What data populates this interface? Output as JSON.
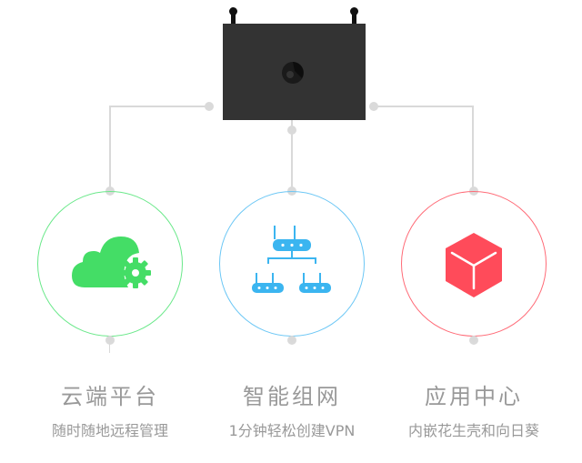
{
  "device": {
    "name": "router",
    "logo_icon": "peanut-shell-logo-icon"
  },
  "colors": {
    "connector": "#d9d9d9",
    "router_body": "#333333",
    "text": "#999999"
  },
  "features": [
    {
      "id": "cloud",
      "icon": "cloud-gear-icon",
      "accent": "#44dd66",
      "title": "云端平台",
      "subtitle": "随时随地远程管理"
    },
    {
      "id": "network",
      "icon": "network-topology-icon",
      "accent": "#3bb5f0",
      "title": "智能组网",
      "subtitle": "1分钟轻松创建VPN"
    },
    {
      "id": "apps",
      "icon": "cube-icon",
      "accent": "#ff4b5a",
      "title": "应用中心",
      "subtitle": "内嵌花生壳和向日葵"
    }
  ]
}
